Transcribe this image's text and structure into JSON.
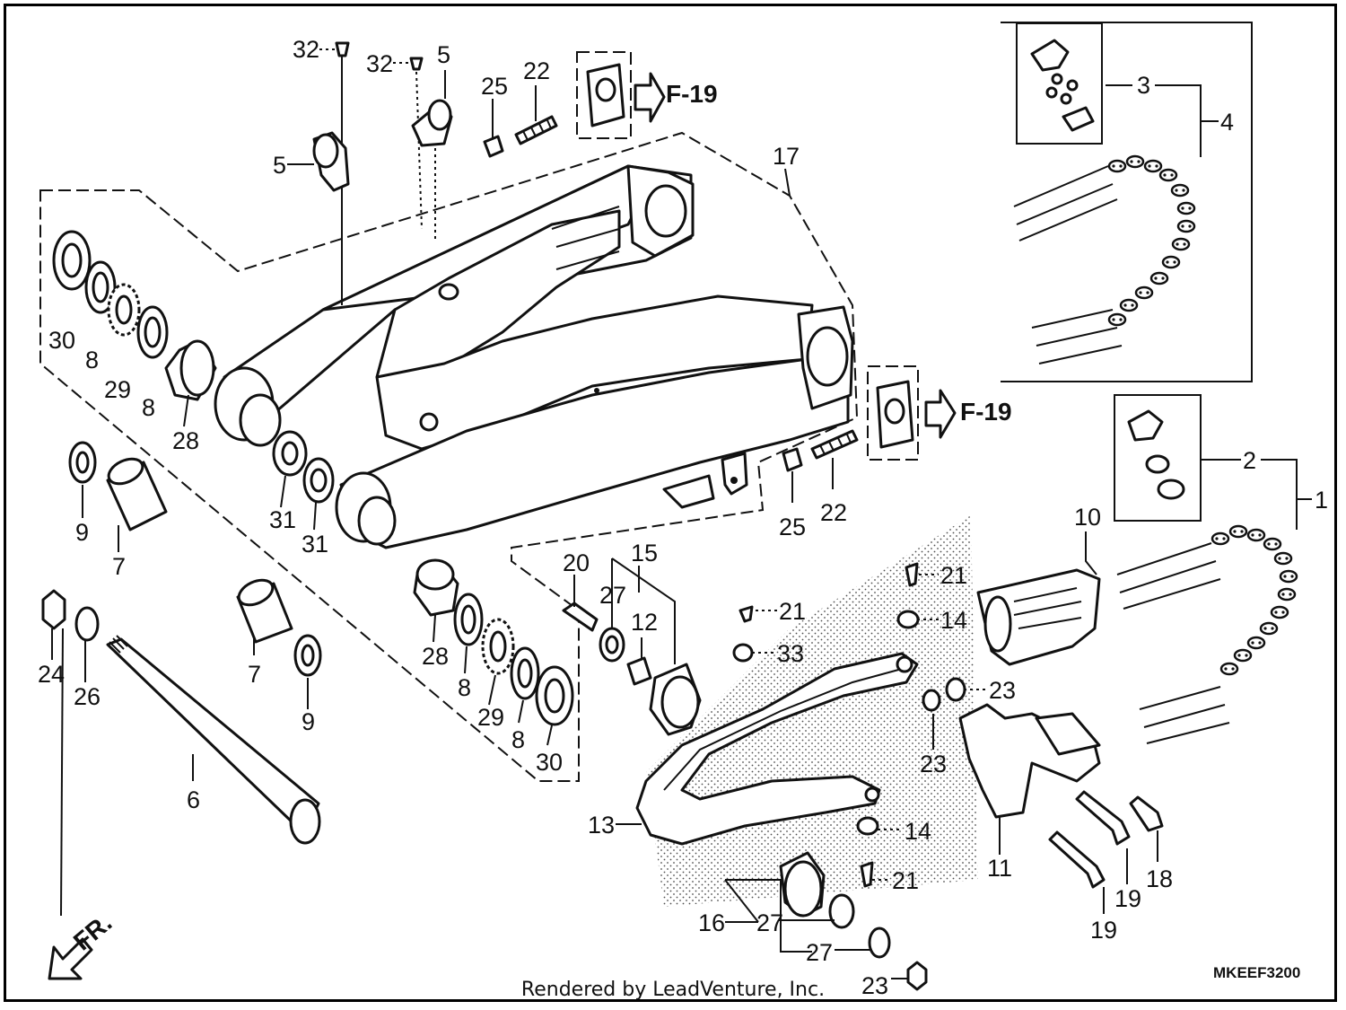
{
  "diagram": {
    "footer": "Rendered by LeadVenture, Inc.",
    "code": "MKEEF3200",
    "direction_label": "FR.",
    "references": [
      "F-19",
      "F-19"
    ],
    "callouts": [
      "32",
      "32",
      "5",
      "5",
      "25",
      "22",
      "17",
      "3",
      "4",
      "30",
      "8",
      "29",
      "8",
      "28",
      "9",
      "7",
      "31",
      "31",
      "2",
      "1",
      "10",
      "25",
      "22",
      "24",
      "26",
      "7",
      "9",
      "6",
      "20",
      "27",
      "15",
      "12",
      "21",
      "21",
      "14",
      "33",
      "28",
      "8",
      "29",
      "8",
      "30",
      "23",
      "23",
      "13",
      "14",
      "21",
      "11",
      "19",
      "18",
      "19",
      "16",
      "27",
      "27",
      "23"
    ]
  }
}
